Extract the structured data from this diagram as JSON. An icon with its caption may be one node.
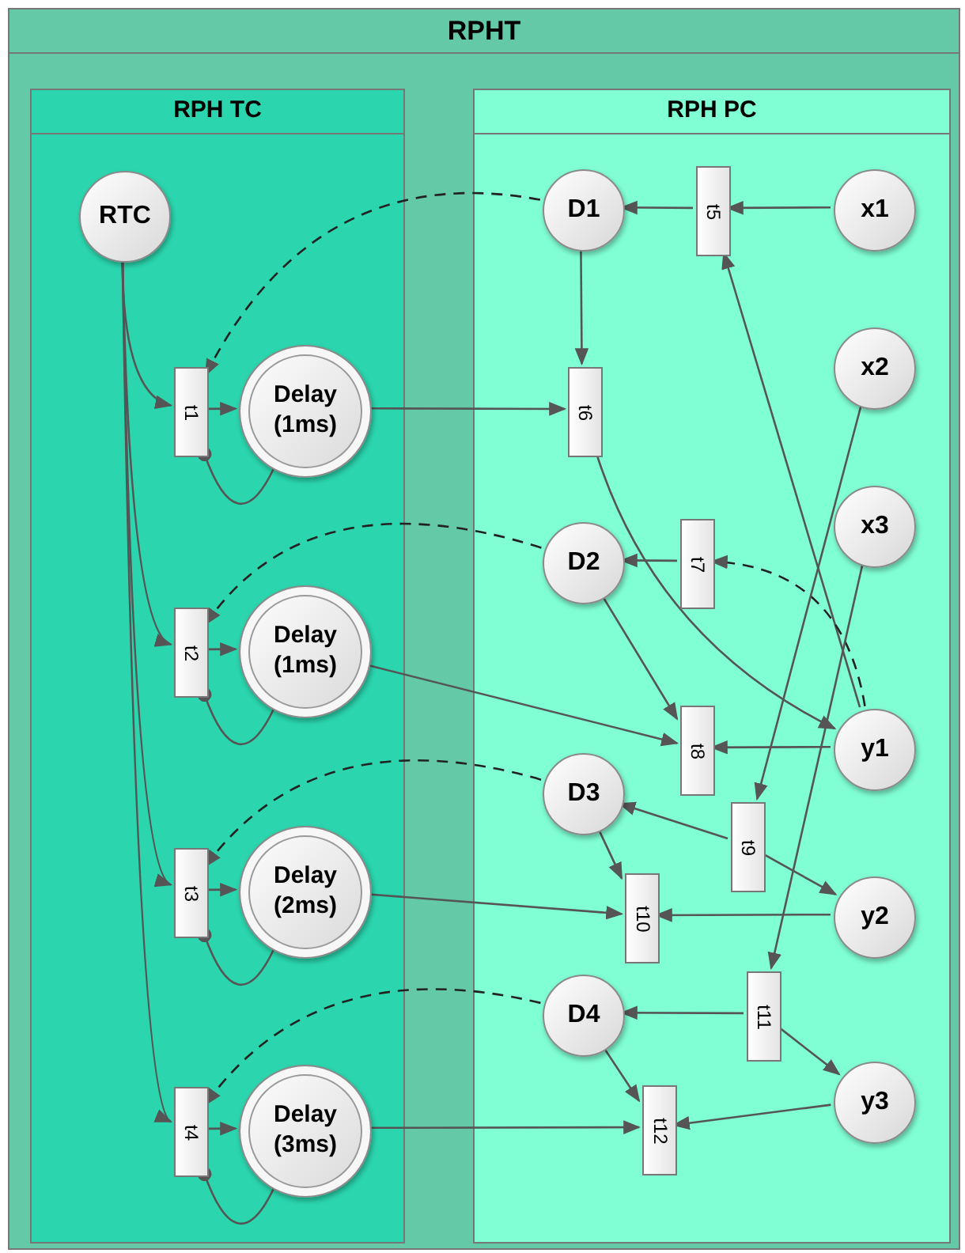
{
  "diagram": {
    "nodes": [
      {
        "text": [
          "RPHT"
        ]
      },
      {
        "text": [
          "RPH TC"
        ],
        "in": 0
      },
      {
        "text": [
          "RPH PC"
        ],
        "in": 0
      },
      {
        "text": [
          "RTC"
        ],
        "in": 1
      },
      {
        "text": [
          "t1"
        ],
        "in": 1
      },
      {
        "text": [
          "Delay (1ms)"
        ],
        "in": 1
      },
      {
        "text": [
          "t2"
        ],
        "in": 1
      },
      {
        "text": [
          "Delay (1ms)"
        ],
        "in": 1
      },
      {
        "text": [
          "t3"
        ],
        "in": 1
      },
      {
        "text": [
          "Delay (2ms)"
        ],
        "in": 1
      },
      {
        "text": [
          "t4"
        ],
        "in": 1
      },
      {
        "text": [
          "Delay (3ms)"
        ],
        "in": 1
      },
      {
        "text": [
          "D1"
        ],
        "in": 2
      },
      {
        "text": [
          "t5"
        ],
        "in": 2
      },
      {
        "text": [
          "x1"
        ],
        "in": 2
      },
      {
        "text": [
          "x2"
        ],
        "in": 2
      },
      {
        "text": [
          "t6"
        ],
        "in": 2
      },
      {
        "text": [
          "x3"
        ],
        "in": 2
      },
      {
        "text": [
          "D2"
        ],
        "in": 2
      },
      {
        "text": [
          "t7"
        ],
        "in": 2
      },
      {
        "text": [
          "t8"
        ],
        "in": 2
      },
      {
        "text": [
          "y1"
        ],
        "in": 2
      },
      {
        "text": [
          "D3"
        ],
        "in": 2
      },
      {
        "text": [
          "t9"
        ],
        "in": 2
      },
      {
        "text": [
          "t10"
        ],
        "in": 2
      },
      {
        "text": [
          "y2"
        ],
        "in": 2
      },
      {
        "text": [
          "t11"
        ],
        "in": 2
      },
      {
        "text": [
          "D4"
        ],
        "in": 2
      },
      {
        "text": [
          "y3"
        ],
        "in": 2
      },
      {
        "text": [
          "t12"
        ],
        "in": 2
      }
    ],
    "edges": [
      {
        "from": 3,
        "to": 4,
        "arrow": "to"
      },
      {
        "from": 3,
        "to": 6,
        "arrow": "to"
      },
      {
        "from": 3,
        "to": 8,
        "arrow": "to"
      },
      {
        "from": 3,
        "to": 10,
        "arrow": "to"
      },
      {
        "from": 4,
        "to": 5,
        "arrow": "to"
      },
      {
        "from": 6,
        "to": 7,
        "arrow": "to"
      },
      {
        "from": 8,
        "to": 9,
        "arrow": "to"
      },
      {
        "from": 10,
        "to": 11,
        "arrow": "to"
      },
      {
        "from": 5,
        "to": 4,
        "arrow": "other"
      },
      {
        "from": 7,
        "to": 6,
        "arrow": "other"
      },
      {
        "from": 9,
        "to": 8,
        "arrow": "other"
      },
      {
        "from": 11,
        "to": 10,
        "arrow": "other"
      },
      {
        "from": 12,
        "to": 4,
        "arrow": "to",
        "style": "dashed"
      },
      {
        "from": 18,
        "to": 6,
        "arrow": "to",
        "style": "dashed"
      },
      {
        "from": 22,
        "to": 8,
        "arrow": "to",
        "style": "dashed"
      },
      {
        "from": 27,
        "to": 10,
        "arrow": "to",
        "style": "dashed"
      },
      {
        "from": 14,
        "to": 13,
        "arrow": "to"
      },
      {
        "from": 13,
        "to": 12,
        "arrow": "to"
      },
      {
        "from": 21,
        "to": 13,
        "arrow": "to"
      },
      {
        "from": 12,
        "to": 16,
        "arrow": "to"
      },
      {
        "from": 5,
        "to": 16,
        "arrow": "to"
      },
      {
        "from": 16,
        "to": 21,
        "arrow": "to"
      },
      {
        "from": 21,
        "to": 19,
        "arrow": "to",
        "style": "dashed"
      },
      {
        "from": 19,
        "to": 18,
        "arrow": "to"
      },
      {
        "from": 18,
        "to": 20,
        "arrow": "to"
      },
      {
        "from": 7,
        "to": 20,
        "arrow": "to"
      },
      {
        "from": 21,
        "to": 20,
        "arrow": "to"
      },
      {
        "from": 15,
        "to": 23,
        "arrow": "to"
      },
      {
        "from": 23,
        "to": 22,
        "arrow": "to"
      },
      {
        "from": 23,
        "to": 25,
        "arrow": "to"
      },
      {
        "from": 17,
        "to": 26,
        "arrow": "to"
      },
      {
        "from": 22,
        "to": 24,
        "arrow": "to"
      },
      {
        "from": 9,
        "to": 24,
        "arrow": "to"
      },
      {
        "from": 25,
        "to": 24,
        "arrow": "to"
      },
      {
        "from": 26,
        "to": 27,
        "arrow": "to"
      },
      {
        "from": 26,
        "to": 28,
        "arrow": "to"
      },
      {
        "from": 27,
        "to": 29,
        "arrow": "to"
      },
      {
        "from": 11,
        "to": 29,
        "arrow": "to"
      },
      {
        "from": 28,
        "to": 29,
        "arrow": "to"
      }
    ]
  }
}
